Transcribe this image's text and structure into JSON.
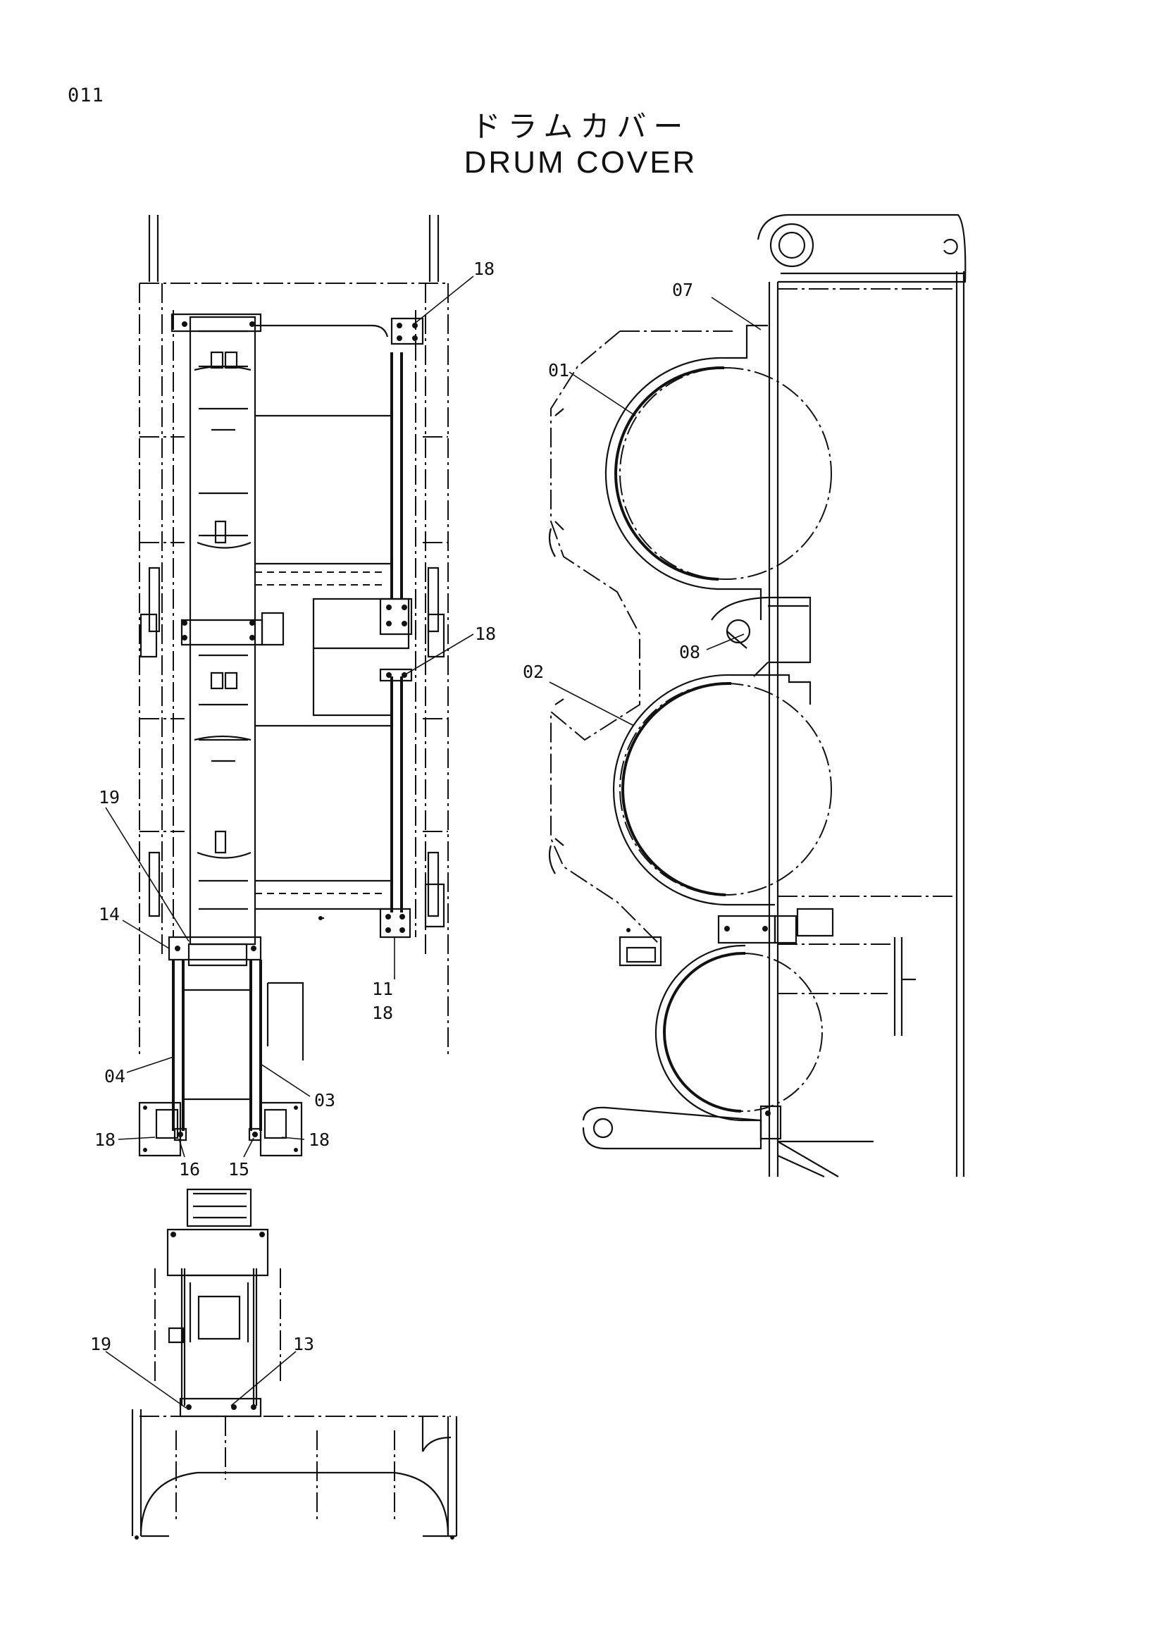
{
  "page": {
    "number": "011",
    "title_jp": "ドラムカバー",
    "title_en": "DRUM COVER"
  },
  "callouts": [
    {
      "id": "c18a",
      "label": "18"
    },
    {
      "id": "c07",
      "label": "07"
    },
    {
      "id": "c01",
      "label": "01"
    },
    {
      "id": "c18b",
      "label": "18"
    },
    {
      "id": "c08",
      "label": "08"
    },
    {
      "id": "c02",
      "label": "02"
    },
    {
      "id": "c19a",
      "label": "19"
    },
    {
      "id": "c14",
      "label": "14"
    },
    {
      "id": "c11",
      "label": "11"
    },
    {
      "id": "c18c",
      "label": "18"
    },
    {
      "id": "c04",
      "label": "04"
    },
    {
      "id": "c03",
      "label": "03"
    },
    {
      "id": "c18d",
      "label": "18"
    },
    {
      "id": "c16",
      "label": "16"
    },
    {
      "id": "c15",
      "label": "15"
    },
    {
      "id": "c18e",
      "label": "18"
    },
    {
      "id": "c19b",
      "label": "19"
    },
    {
      "id": "c13",
      "label": "13"
    }
  ]
}
